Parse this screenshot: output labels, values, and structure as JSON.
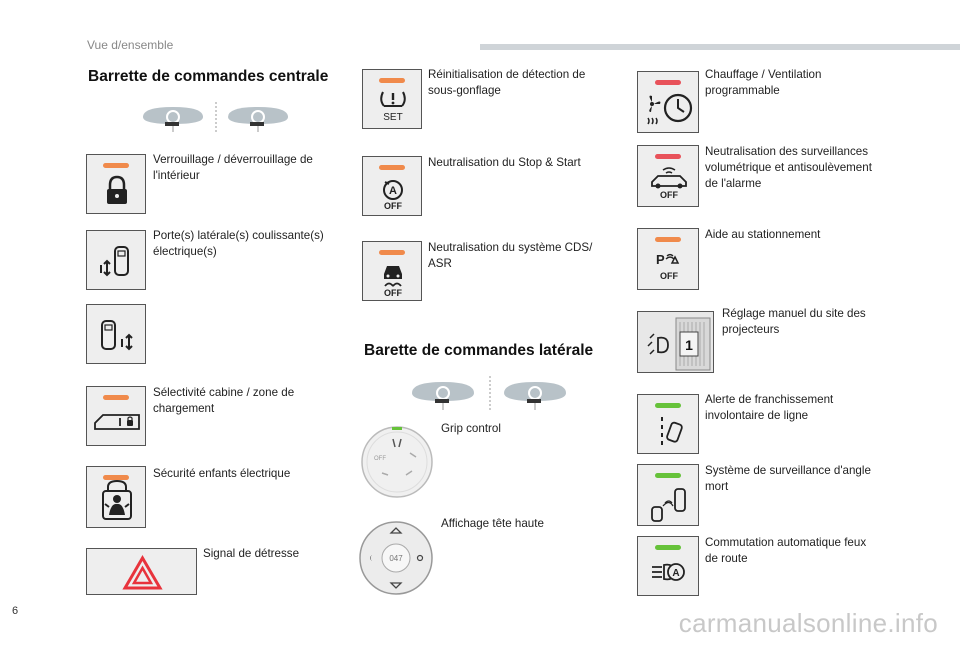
{
  "header": {
    "label": "Vue d/ensemble"
  },
  "page_number": "6",
  "watermark": "carmanualsonline.info",
  "central": {
    "title": "Barrette de commandes centrale",
    "items": [
      {
        "icon": "lock-icon",
        "indicator": "#f08a4b",
        "text": "Verrouillage / déverrouillage de l'intérieur"
      },
      {
        "icon": "sliding-door-right-icon",
        "indicator": "",
        "text": "Porte(s) latérale(s) coulissante(s) électrique(s)"
      },
      {
        "icon": "sliding-door-left-icon",
        "indicator": "",
        "text": ""
      },
      {
        "icon": "cabin-cargo-icon",
        "indicator": "#f08a4b",
        "text": "Sélectivité cabine / zone de chargement"
      },
      {
        "icon": "child-lock-icon",
        "indicator": "#f08a4b",
        "text": "Sécurité enfants électrique"
      },
      {
        "icon": "hazard-triangle-icon",
        "indicator": "",
        "text": "Signal de détresse"
      }
    ]
  },
  "middle": {
    "items": [
      {
        "icon": "tyre-pressure-set-icon",
        "indicator": "#f08a4b",
        "text": "Réinitialisation de détection de sous-gonflage",
        "badge": "SET"
      },
      {
        "icon": "stop-start-off-icon",
        "indicator": "#f08a4b",
        "text": "Neutralisation du Stop & Start",
        "badge": "OFF"
      },
      {
        "icon": "esp-off-icon",
        "indicator": "#f08a4b",
        "text": "Neutralisation du système CDS/ ASR",
        "badge": "OFF"
      }
    ]
  },
  "lateral": {
    "title": "Barette de commandes latérale",
    "items": [
      {
        "icon": "grip-control-dial-icon",
        "text": "Grip control"
      },
      {
        "icon": "head-up-display-dial-icon",
        "text": "Affichage tête haute"
      }
    ]
  },
  "right": {
    "items": [
      {
        "icon": "programmable-heating-icon",
        "indicator": "#e8525a",
        "text": "Chauffage / Ventilation programmable"
      },
      {
        "icon": "alarm-off-icon",
        "indicator": "#e8525a",
        "text": "Neutralisation des surveillances volumétrique et antisoulèvement de l'alarme",
        "badge": "OFF"
      },
      {
        "icon": "park-assist-off-icon",
        "indicator": "#f08a4b",
        "text": "Aide au stationnement",
        "badge": "OFF"
      },
      {
        "icon": "headlamp-leveling-icon",
        "indicator": "",
        "text": "Réglage manuel du site des projecteurs"
      },
      {
        "icon": "lane-departure-icon",
        "indicator": "#66c23a",
        "text": "Alerte de franchissement involontaire de ligne"
      },
      {
        "icon": "blind-spot-icon",
        "indicator": "#66c23a",
        "text": "Système de surveillance d'angle mort"
      },
      {
        "icon": "auto-high-beam-icon",
        "indicator": "#66c23a",
        "text": "Commutation automatique feux de route"
      }
    ]
  }
}
